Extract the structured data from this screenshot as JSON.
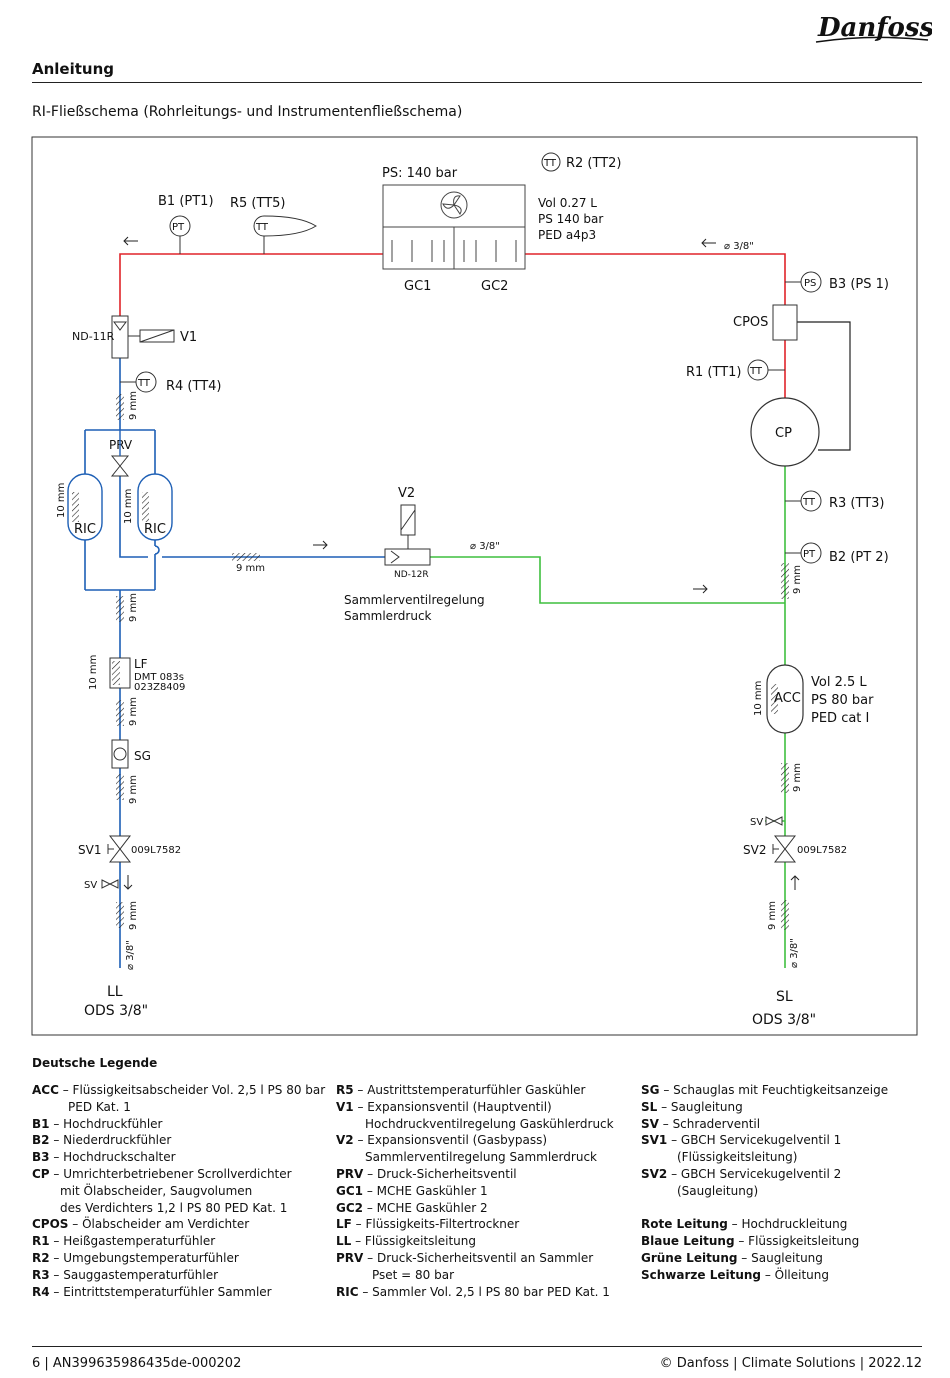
{
  "header": {
    "brand": "Danfoss",
    "title": "Anleitung",
    "subtitle": "RI-Fließschema (Rohrleitungs- und Instrumentenfließschema)"
  },
  "diagram": {
    "ps_label": "PS: 140 bar",
    "tt": "TT",
    "pt": "PT",
    "ps": "PS",
    "r2": "R2 (TT2)",
    "b1": "B1 (PT1)",
    "r5": "R5 (TT5)",
    "vol_gc_1": "Vol 0.27 L",
    "vol_gc_2": "PS 140 bar",
    "vol_gc_3": "PED a4p3",
    "gc1": "GC1",
    "gc2": "GC2",
    "b3": "B3 (PS 1)",
    "cpos": "CPOS",
    "nd11r": "ND-11R",
    "v1": "V1",
    "r4": "R4 (TT4)",
    "r1": "R1 (TT1)",
    "cp": "CP",
    "prv": "PRV",
    "ric": "RIC",
    "v2": "V2",
    "r3": "R3 (TT3)",
    "b2": "B2 (PT 2)",
    "nd12r": "ND-12R",
    "pipe_38": "⌀ 3/8\"",
    "mm9": "9 mm",
    "mm10": "10 mm",
    "sammler_1": "Sammlerventilregelung",
    "sammler_2": "Sammlerdruck",
    "lf": "LF",
    "dmt_1": "DMT 083s",
    "dmt_2": "023Z8409",
    "acc": "ACC",
    "vol_acc_1": "Vol 2.5 L",
    "vol_acc_2": "PS 80 bar",
    "vol_acc_3": "PED cat I",
    "sg": "SG",
    "sv": "SV",
    "sv1": "SV1",
    "sv2": "SV2",
    "valve_code": "009L7582",
    "ll": "LL",
    "sl": "SL",
    "ods": "ODS 3/8\""
  },
  "legend": {
    "title": "Deutsche Legende",
    "col1": [
      {
        "key": "ACC",
        "text": " – Flüssigkeitsabscheider Vol. 2,5 l PS 80 bar",
        "cont": "PED Kat. 1"
      },
      {
        "key": "B1",
        "text": " – Hochdruckfühler"
      },
      {
        "key": "B2",
        "text": " – Niederdruckfühler"
      },
      {
        "key": "B3",
        "text": " – Hochdruckschalter"
      },
      {
        "key": "CP",
        "text": " – Umrichterbetriebener Scrollverdichter",
        "cont": "mit Ölabscheider, Saugvolumen",
        "cont2": "des Verdichters 1,2 l PS 80 PED Kat. 1"
      },
      {
        "key": "CPOS",
        "text": " – Ölabscheider am Verdichter"
      },
      {
        "key": "R1",
        "text": " – Heißgastemperaturfühler"
      },
      {
        "key": "R2",
        "text": " – Umgebungstemperaturfühler"
      },
      {
        "key": "R3",
        "text": " – Sauggastemperaturfühler"
      },
      {
        "key": "R4",
        "text": " – Eintrittstemperaturfühler Sammler"
      }
    ],
    "col2": [
      {
        "key": "R5",
        "text": " – Austrittstemperaturfühler Gaskühler"
      },
      {
        "key": "V1",
        "text": " – Expansionsventil (Hauptventil)",
        "cont": "Hochdruckventilregelung Gaskühlerdruck"
      },
      {
        "key": "V2",
        "text": " – Expansionsventil (Gasbypass)",
        "cont": "Sammlerventilregelung Sammlerdruck"
      },
      {
        "key": "PRV",
        "text": " – Druck-Sicherheitsventil"
      },
      {
        "key": "GC1",
        "text": " – MCHE Gaskühler 1"
      },
      {
        "key": "GC2",
        "text": " – MCHE Gaskühler 2"
      },
      {
        "key": "LF",
        "text": " – Flüssigkeits-Filtertrockner"
      },
      {
        "key": "LL",
        "text": " – Flüssigkeitsleitung"
      },
      {
        "key": "PRV",
        "text": " – Druck-Sicherheitsventil an Sammler",
        "cont": "Pset = 80 bar"
      },
      {
        "key": "RIC",
        "text": " – Sammler Vol. 2,5 l PS 80 bar PED Kat. 1"
      }
    ],
    "col3": [
      {
        "key": "SG",
        "text": " – Schauglas mit Feuchtigkeitsanzeige"
      },
      {
        "key": "SL",
        "text": " – Saugleitung"
      },
      {
        "key": "SV",
        "text": " – Schraderventil"
      },
      {
        "key": "SV1",
        "text": " – GBCH Servicekugelventil 1",
        "cont": "(Flüssigkeitsleitung)"
      },
      {
        "key": "SV2",
        "text": " – GBCH Servicekugelventil 2",
        "cont": "(Saugleitung)"
      },
      {
        "key": "",
        "text": ""
      },
      {
        "key": "Rote Leitung",
        "text": " – Hochdruckleitung"
      },
      {
        "key": "Blaue Leitung",
        "text": " – Flüssigkeitsleitung"
      },
      {
        "key": "Grüne Leitung",
        "text": " – Saugleitung"
      },
      {
        "key": "Schwarze Leitung",
        "text": " – Ölleitung"
      }
    ]
  },
  "footer": {
    "left": "6 | AN399635986435de-000202",
    "right": "© Danfoss | Climate Solutions | 2022.12"
  },
  "colors": {
    "red": "#e0242a",
    "blue": "#1d5fb5",
    "green": "#3fbf3f",
    "black": "#222222"
  }
}
